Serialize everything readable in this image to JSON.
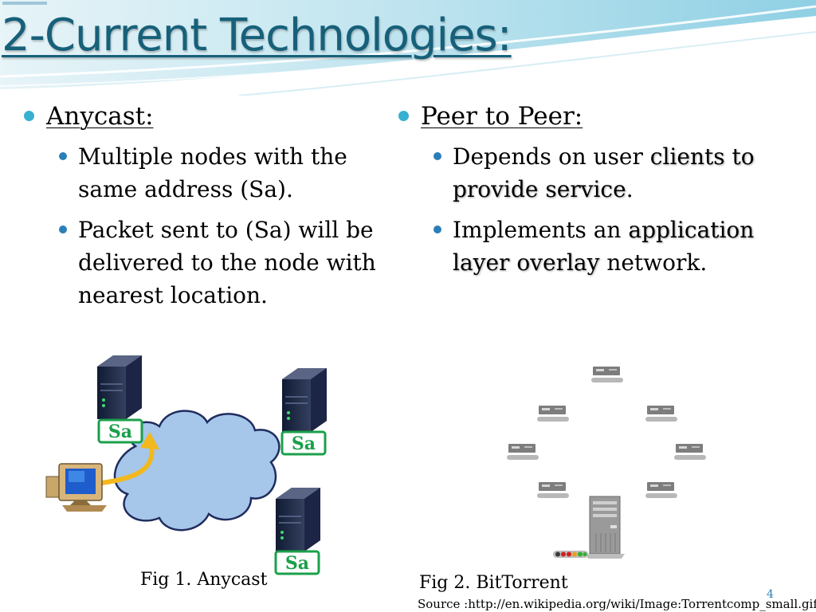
{
  "slide": {
    "title": "2-Current Technologies:",
    "page_number": "4"
  },
  "left_column": {
    "heading": "Anycast:",
    "bullets": [
      "Multiple nodes with the same address (Sa).",
      "Packet sent to (Sa) will be delivered to the node with nearest location."
    ]
  },
  "right_column": {
    "heading": "Peer to Peer:",
    "bullet1": {
      "prefix": "Depends on user ",
      "highlight": "clients to provide service",
      "suffix": "."
    },
    "bullet2": {
      "prefix": "Implements an ",
      "highlight": "application layer overlay",
      "suffix": " network."
    }
  },
  "figure1": {
    "caption": "Fig 1. Anycast",
    "node_labels": [
      "Sa",
      "Sa",
      "Sa"
    ]
  },
  "figure2": {
    "caption": "Fig 2. BitTorrent",
    "source": "Source :http://en.wikipedia.org/wiki/Image:Torrentcomp_small.gif"
  },
  "colors": {
    "title": "#17607a",
    "bullet_level1": "#38b0d0",
    "bullet_level2": "#2a7fb8",
    "label_green": "#1aa04a",
    "cloud_fill": "#a6c6ea",
    "arrow": "#f2b81c"
  }
}
